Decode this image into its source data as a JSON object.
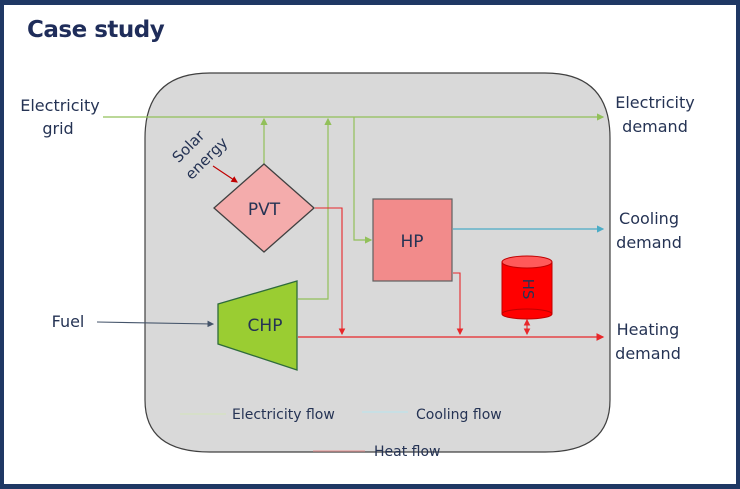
{
  "title": "Case study",
  "external_labels": {
    "electricity_grid": [
      "Electricity",
      "grid"
    ],
    "fuel": "Fuel",
    "electricity_demand": [
      "Electricity",
      "demand"
    ],
    "cooling_demand": [
      "Cooling",
      "demand"
    ],
    "heating_demand": [
      "Heating",
      "demand"
    ],
    "solar_energy": [
      "Solar",
      "energy"
    ]
  },
  "components": {
    "pvt": "PVT",
    "hp": "HP",
    "chp": "CHP",
    "hs": "HS"
  },
  "legend": {
    "electricity": "Electricity flow",
    "cooling": "Cooling flow",
    "heat": "Heat flow"
  },
  "colors": {
    "electricity": "#92c05a",
    "cooling": "#4bacc6",
    "heat": "#e8272a",
    "fuel": "#44546a",
    "pvt_fill": "#f4acac",
    "hp_fill": "#f28b8b",
    "chp_fill": "#9acd32",
    "hs_fill": "#ff0000",
    "system_bg": "#d9d9d9",
    "border": "#1f3864"
  }
}
